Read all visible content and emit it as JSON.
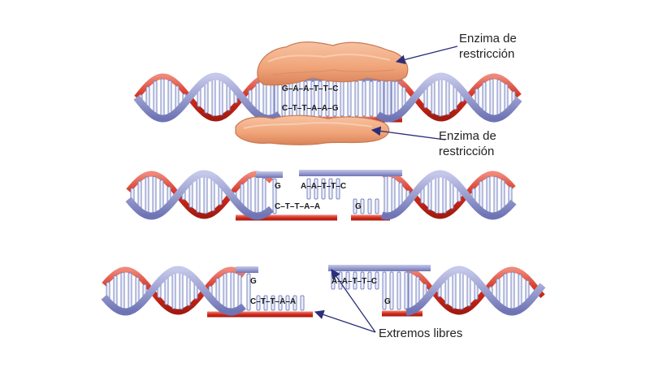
{
  "labels": {
    "enzyme_top_line1": "Enzima de",
    "enzyme_top_line2": "restricción",
    "enzyme_bottom_line1": "Enzima de",
    "enzyme_bottom_line2": "restricción",
    "sticky_ends": "Extremos libres"
  },
  "sequences": {
    "intact_top": "G–A–A–T–T–C",
    "intact_bottom": "C–T–T–A–A–G",
    "cut_left_top": "G",
    "cut_left_bottom": "C–T–T–A–A",
    "cut_right_top": "A–A–T–T–C",
    "cut_right_bottom": "G",
    "free_left_top": "G",
    "free_left_bottom": "C–T–T–A–A",
    "free_right_top": "A–A–T–T–C",
    "free_right_bottom": "G"
  },
  "colors": {
    "strand_blue": "#9a9fd0",
    "strand_red": "#d42a1a",
    "rung_fill": "#e8ecf8",
    "rung_stroke": "#7b84bf",
    "enzyme": "#f0a478",
    "pointer": "#2a2f7a"
  }
}
